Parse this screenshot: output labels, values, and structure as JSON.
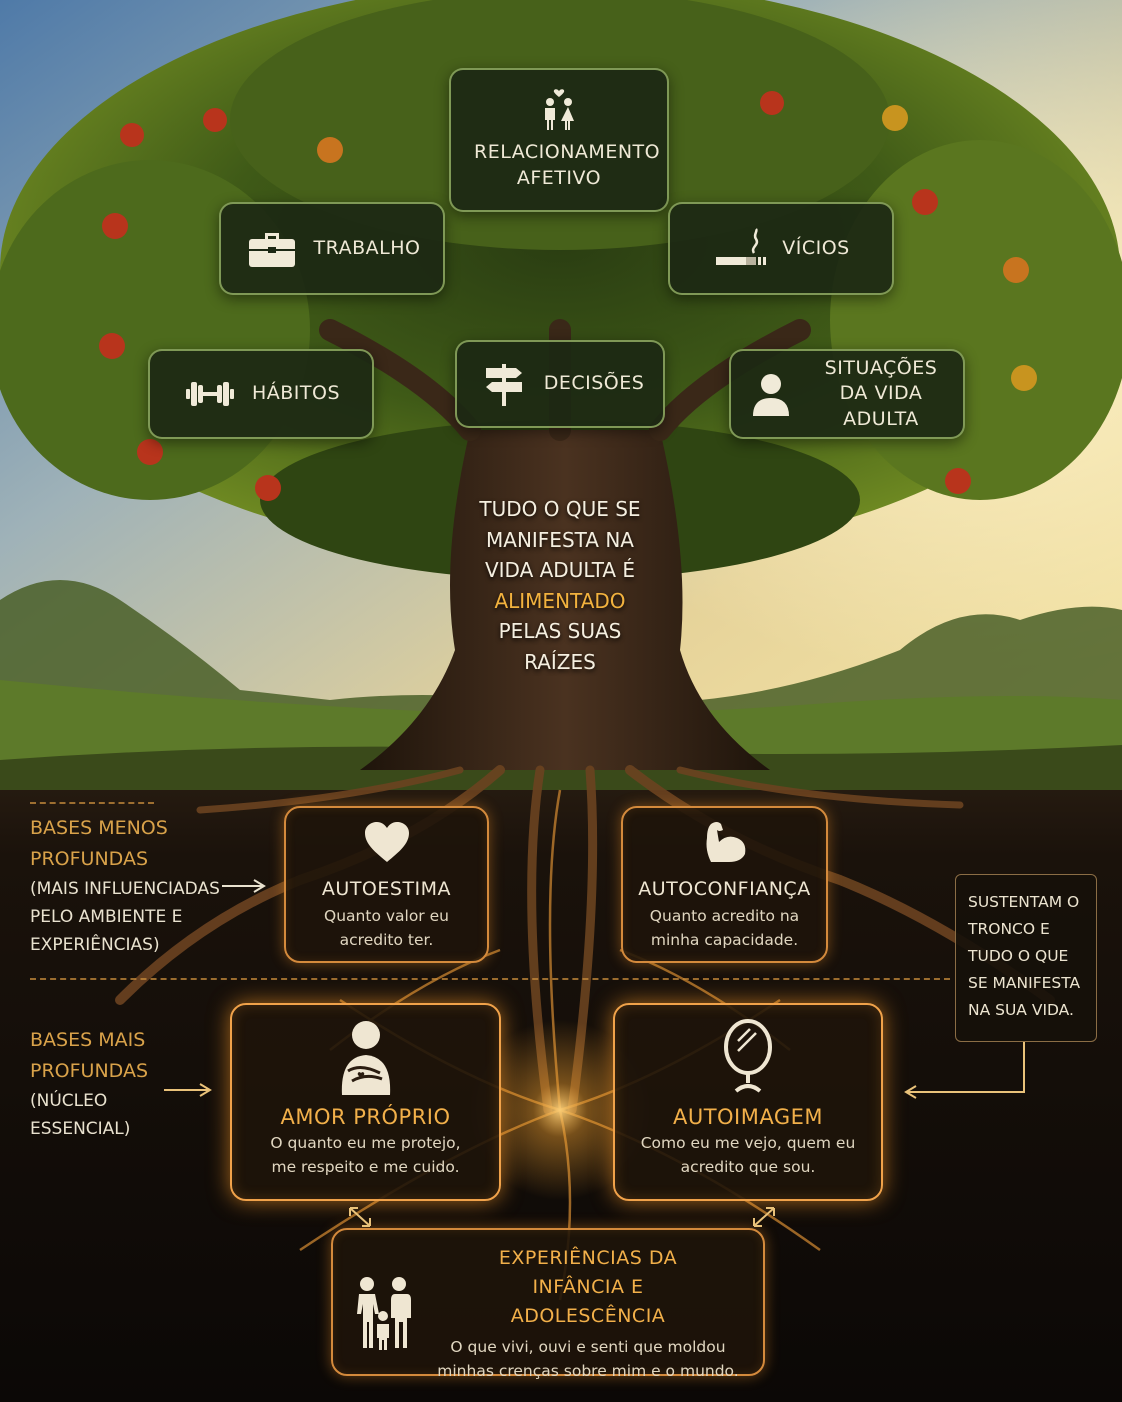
{
  "branches": {
    "relacionamento": "RELACIONAMENTO AFETIVO",
    "trabalho": "TRABALHO",
    "vicios": "VÍCIOS",
    "habitos": "HÁBITOS",
    "decisoes": "DECISÕES",
    "situacoes": "SITUAÇÕES DA VIDA ADULTA"
  },
  "trunk": {
    "part1": "TUDO O QUE SE MANIFESTA NA VIDA ADULTA É",
    "highlight": "ALIMENTADO",
    "part2": "PELAS SUAS RAÍZES"
  },
  "notes": {
    "menos_title": "BASES MENOS PROFUNDAS",
    "menos_sub": "(MAIS INFLUENCIADAS PELO AMBIENTE E EXPERIÊNCIAS)",
    "mais_title": "BASES MAIS PROFUNDAS",
    "mais_sub": "(NÚCLEO ESSENCIAL)",
    "sustentam": "SUSTENTAM O TRONCO E TUDO O QUE SE MANIFESTA NA SUA VIDA."
  },
  "roots": {
    "autoestima": {
      "title": "AUTOESTIMA",
      "desc": "Quanto valor eu acredito ter."
    },
    "autoconfianca": {
      "title": "AUTOCONFIANÇA",
      "desc": "Quanto acredito na minha capacidade."
    },
    "amor": {
      "title": "AMOR PRÓPRIO",
      "desc": "O quanto eu me protejo, me respeito e me cuido."
    },
    "autoimagem": {
      "title": "AUTOIMAGEM",
      "desc": "Como eu me vejo, quem eu acredito que sou."
    },
    "experiencias": {
      "title": "EXPERIÊNCIAS DA INFÂNCIA E ADOLESCÊNCIA",
      "desc": "O que vivi, ouvi e senti que moldou minhas crenças sobre mim e o mundo."
    }
  },
  "colors": {
    "accent": "#f2b23e",
    "leaf_border": "#a0be6e",
    "root_border": "#d48a3c"
  },
  "icons": [
    "couple-icon",
    "briefcase-icon",
    "cigarette-icon",
    "dumbbell-icon",
    "signpost-icon",
    "person-icon",
    "heart-icon",
    "flexed-arm-icon",
    "self-hug-icon",
    "mirror-icon",
    "family-icon"
  ]
}
